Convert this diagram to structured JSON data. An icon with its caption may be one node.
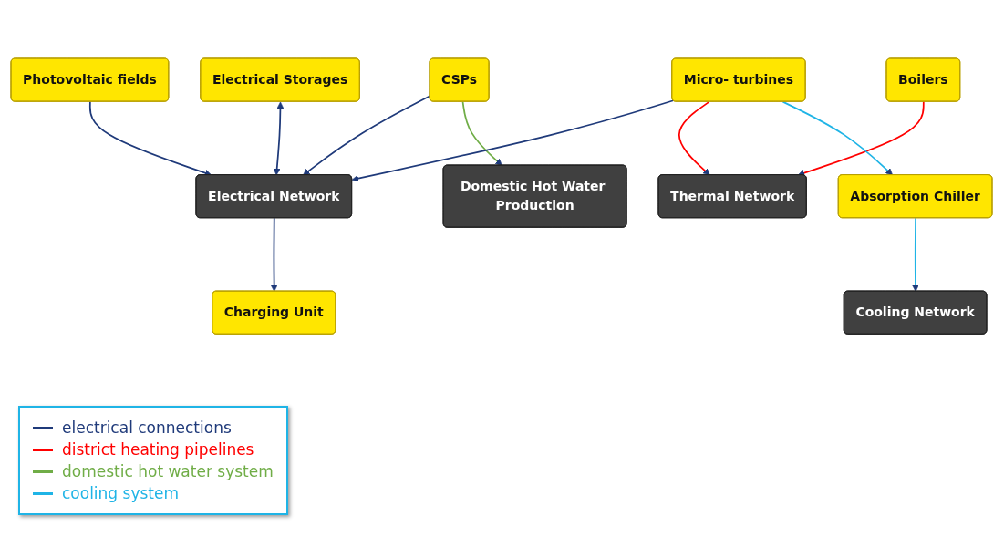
{
  "diagram": {
    "nodes": [
      {
        "text": [
          "Photovoltaic fields"
        ]
      },
      {
        "text": [
          "Electrical Network"
        ]
      },
      {
        "text": [
          "CSPs"
        ]
      },
      {
        "text": [
          "Domestic Hot Water Production"
        ]
      },
      {
        "text": [
          "Electrical Storages"
        ]
      },
      {
        "text": [
          "Micro- turbines"
        ]
      },
      {
        "text": [
          "Thermal Network"
        ]
      },
      {
        "text": [
          "Boilers"
        ]
      },
      {
        "text": [
          "Charging Unit"
        ]
      },
      {
        "text": [
          "Absorption Chiller"
        ]
      },
      {
        "text": [
          "Cooling Network"
        ]
      }
    ],
    "edges": [
      {
        "from": 0,
        "to": 1,
        "arrow": "to"
      },
      {
        "from": 2,
        "to": 1,
        "arrow": "to"
      },
      {
        "from": 2,
        "to": 3,
        "arrow": "to",
        "color": "#70ad47"
      },
      {
        "from": 4,
        "to": 1,
        "arrow": "both"
      },
      {
        "from": 1,
        "to": 8,
        "arrow": "to"
      },
      {
        "from": 5,
        "to": 1,
        "arrow": "to"
      },
      {
        "from": 5,
        "to": 6,
        "arrow": "to",
        "color": "#ff0000"
      },
      {
        "from": 7,
        "to": 6,
        "arrow": "to",
        "color": "#ff0000"
      },
      {
        "from": 5,
        "to": 9,
        "arrow": "to",
        "color": "#1fb4e6"
      },
      {
        "from": 9,
        "to": 10,
        "arrow": "to",
        "color": "#1fb4e6"
      }
    ],
    "legend": [
      {
        "text": "electrical connections",
        "color": "#1f3a7a"
      },
      {
        "text": "district heating pipelines",
        "color": "#ff0000"
      },
      {
        "text": "domestic hot water system",
        "color": "#70ad47"
      },
      {
        "text": "cooling system",
        "color": "#1fb4e6"
      }
    ]
  }
}
